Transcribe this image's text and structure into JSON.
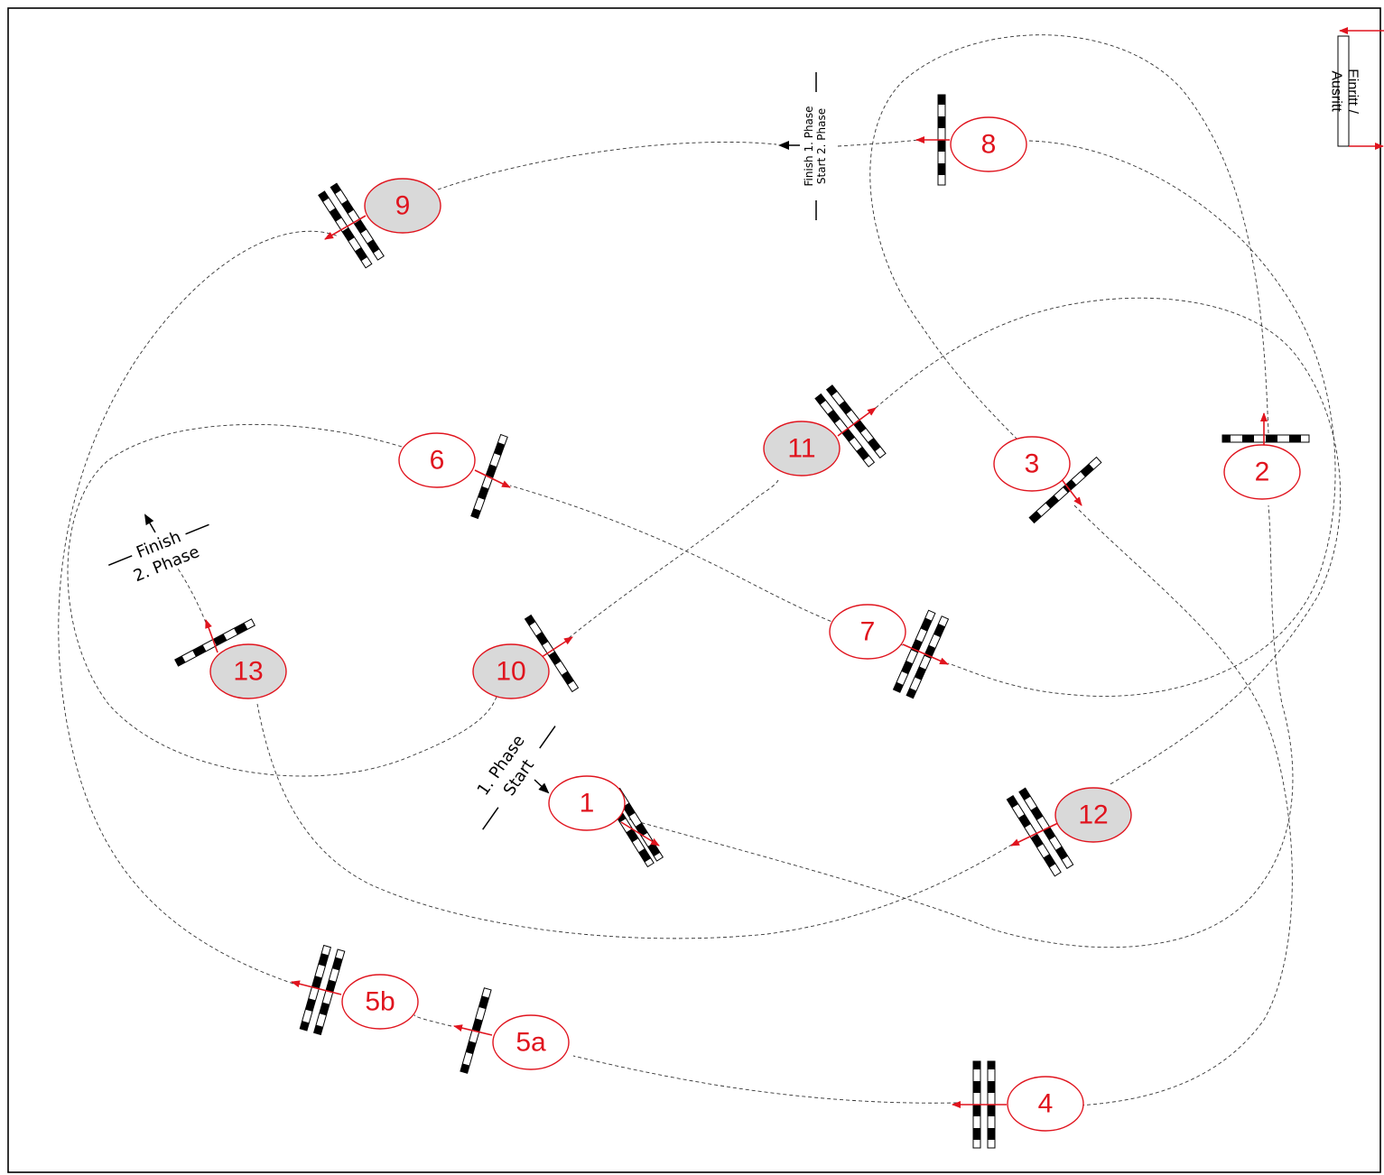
{
  "colors": {
    "label": "#e0141e",
    "label_fill_first_phase": "#ffffff",
    "label_fill_second_phase": "#d9d9d9",
    "path": "#333333",
    "rail_dark": "#000000",
    "rail_light": "#ffffff",
    "direction_arrow": "#e0141e"
  },
  "icons": {
    "jump": "show-jump-fence-icon",
    "direction": "red-direction-arrow-icon",
    "phase_marker": "black-arrow-icon"
  },
  "entry": {
    "line1": "Einritt /",
    "line2": "Ausritt"
  },
  "phase_markers": {
    "start_1_line1": "1. Phase",
    "start_1_line2": "Start",
    "finish_1_line1": "Finish 1. Phase",
    "finish_1_line2": "Start 2. Phase",
    "finish_2_line1": "Finish",
    "finish_2_line2": "2. Phase"
  },
  "obstacles": [
    {
      "id": "1",
      "label": "1",
      "phase": 1,
      "type": "oxer"
    },
    {
      "id": "2",
      "label": "2",
      "phase": 1,
      "type": "vertical"
    },
    {
      "id": "3",
      "label": "3",
      "phase": 1,
      "type": "vertical"
    },
    {
      "id": "4",
      "label": "4",
      "phase": 1,
      "type": "oxer"
    },
    {
      "id": "5a",
      "label": "5a",
      "phase": 1,
      "type": "vertical"
    },
    {
      "id": "5b",
      "label": "5b",
      "phase": 1,
      "type": "oxer"
    },
    {
      "id": "6",
      "label": "6",
      "phase": 1,
      "type": "vertical"
    },
    {
      "id": "7",
      "label": "7",
      "phase": 1,
      "type": "oxer"
    },
    {
      "id": "8",
      "label": "8",
      "phase": 1,
      "type": "vertical"
    },
    {
      "id": "9",
      "label": "9",
      "phase": 2,
      "type": "oxer"
    },
    {
      "id": "10",
      "label": "10",
      "phase": 2,
      "type": "vertical"
    },
    {
      "id": "11",
      "label": "11",
      "phase": 2,
      "type": "oxer"
    },
    {
      "id": "12",
      "label": "12",
      "phase": 2,
      "type": "oxer"
    },
    {
      "id": "13",
      "label": "13",
      "phase": 2,
      "type": "vertical"
    }
  ]
}
